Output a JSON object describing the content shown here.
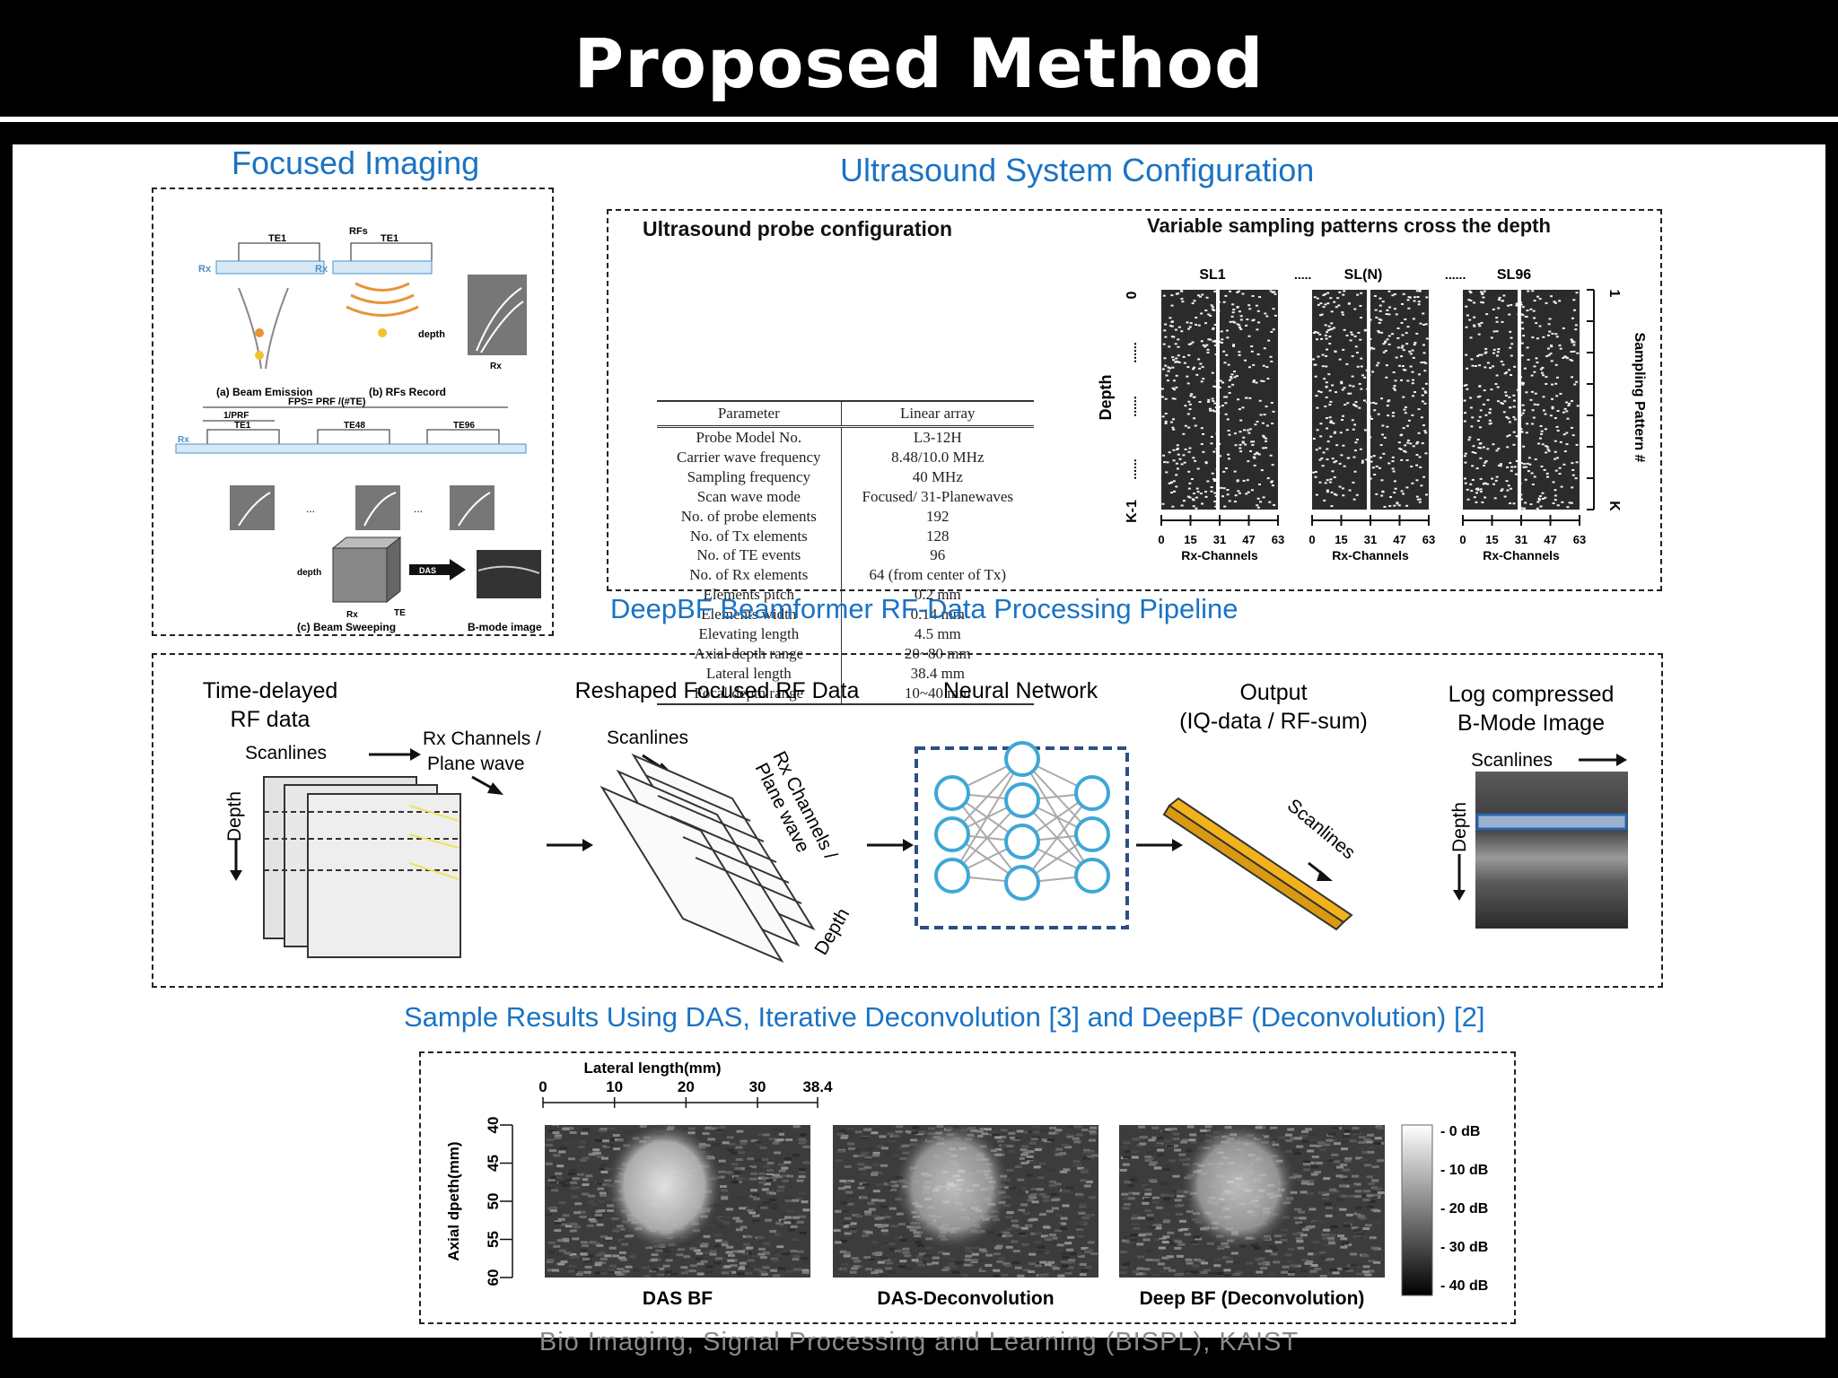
{
  "slide": {
    "title": "Proposed Method",
    "footer": "Bio Imaging, Signal Processing and Learning (BISPL), KAIST"
  },
  "focused_imaging": {
    "title": "Focused Imaging",
    "labels": {
      "rx": "Rx",
      "te1": "TE1",
      "rfs": "RFs",
      "depth": "depth",
      "rx_axis": "Rx",
      "beam_emission": "(a) Beam Emission",
      "rfs_record": "(b) RFs Record",
      "prf": "1/PRF",
      "fps": "FPS= PRF /(#TE)",
      "te48": "TE48",
      "te96": "TE96",
      "ellipsis": "...",
      "das": "DAS",
      "te": "TE",
      "beam_sweeping": "(c) Beam Sweeping",
      "bmode": "B-mode image"
    }
  },
  "ultrasound_config": {
    "title": "Ultrasound System Configuration",
    "probe_title": "Ultrasound  probe configuration",
    "table": {
      "headers": [
        "Parameter",
        "Linear array"
      ],
      "rows": [
        [
          "Probe Model No.",
          "L3-12H"
        ],
        [
          "Carrier wave frequency",
          "8.48/10.0 MHz"
        ],
        [
          "Sampling frequency",
          "40 MHz"
        ],
        [
          "Scan wave mode",
          "Focused/ 31-Planewaves"
        ],
        [
          "No. of probe elements",
          "192"
        ],
        [
          "No. of Tx elements",
          "128"
        ],
        [
          "No. of TE events",
          "96"
        ],
        [
          "No. of Rx elements",
          "64 (from center of Tx)"
        ],
        [
          "Elements pitch",
          "0.2 mm"
        ],
        [
          "Elements width",
          "0.14 mm"
        ],
        [
          "Elevating length",
          "4.5 mm"
        ],
        [
          "Axial depth range",
          "20~80 mm"
        ],
        [
          "Lateral length",
          "38.4 mm"
        ],
        [
          "Focal depth range",
          "10~40 mm"
        ]
      ]
    },
    "sampling": {
      "title": "Variable sampling patterns cross the depth",
      "panels": [
        {
          "label": "SL1",
          "prefix": ""
        },
        {
          "label": "SL(N)",
          "prefix": "....."
        },
        {
          "label": "SL96",
          "prefix": "......"
        }
      ],
      "x_ticks": [
        "0",
        "15",
        "31",
        "47",
        "63"
      ],
      "x_label": "Rx-Channels",
      "y_label": "Depth",
      "y_top": "0",
      "y_bottom": "K-1",
      "right_label": "Sampling Pattern #",
      "right_top": "1",
      "right_bottom": "K",
      "dots": "......"
    }
  },
  "pipeline": {
    "title": "DeepBF Beamformer RF-Data Processing Pipeline",
    "stages": {
      "time_delayed": {
        "line1": "Time-delayed",
        "line2": "RF data",
        "scanlines": "Scanlines",
        "rx_line1": "Rx Channels /",
        "rx_line2": "Plane wave",
        "depth": "Depth"
      },
      "reshaped": {
        "title": "Reshaped Focused RF Data",
        "scanlines": "Scanlines",
        "rx_line1": "Rx Channels /",
        "rx_line2": "Plane wave",
        "depth": "Depth"
      },
      "neural": {
        "title": "Neural Network"
      },
      "output": {
        "line1": "Output",
        "line2": "(IQ-data / RF-sum)",
        "scanlines": "Scanlines"
      },
      "log": {
        "line1": "Log compressed",
        "line2": "B-Mode Image",
        "scanlines": "Scanlines",
        "depth": "Depth"
      }
    }
  },
  "results": {
    "title": "Sample Results Using DAS, Iterative Deconvolution [3] and DeepBF (Deconvolution) [2]",
    "x_title": "Lateral length(mm)",
    "x_ticks": [
      "0",
      "10",
      "20",
      "30",
      "38.4"
    ],
    "y_title": "Axial dpeth(mm)",
    "y_ticks": [
      "40",
      "45",
      "50",
      "55",
      "60"
    ],
    "panels": [
      "DAS BF",
      "DAS-Deconvolution",
      "Deep BF (Deconvolution)"
    ],
    "colorbar": [
      "- 0 dB",
      "- 10 dB",
      "- 20 dB",
      "- 30 dB",
      "- 40 dB"
    ]
  },
  "colors": {
    "accent": "#1a73c4",
    "arrow_yellow": "#f2b21b",
    "network_node": "#3ea7d6",
    "network_box": "#2c4f85"
  }
}
